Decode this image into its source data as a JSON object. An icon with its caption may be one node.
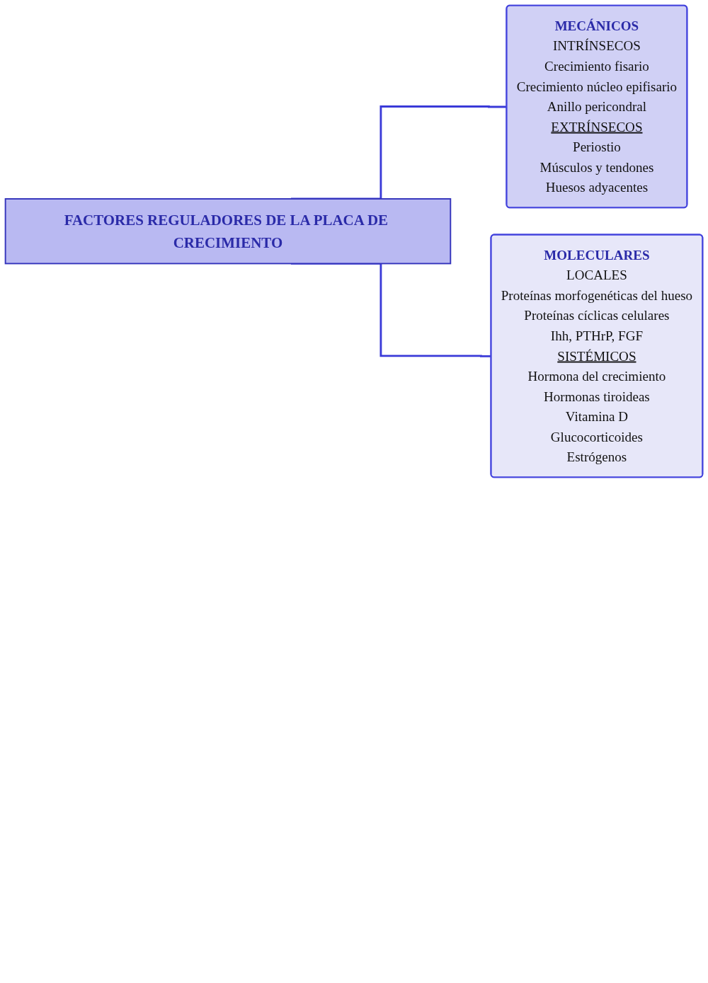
{
  "diagram": {
    "nodes": [
      {
        "text": [
          "FACTORES REGULADORES DE LA PLACA DE CRECIMIENTO"
        ]
      },
      {
        "text": [
          "MECÁNICOS",
          "INTRÍNSECOS",
          "Crecimiento fisario",
          "Crecimiento núcleo epifisario",
          "Anillo pericondral",
          "EXTRÍNSECOS",
          "Periostio",
          "Músculos y tendones",
          "Huesos adyacentes"
        ]
      },
      {
        "text": [
          "MOLECULARES",
          "LOCALES",
          "Proteínas morfogenéticas del hueso",
          "Proteínas cíclicas celulares",
          "Ihh, PTHrP, FGF",
          "SISTÉMICOS",
          "Hormona del crecimiento",
          "Hormonas tiroideas",
          "Vitamina D",
          "Glucocorticoides",
          "Estrógenos"
        ]
      }
    ],
    "edges": [
      {
        "from": 0,
        "to": 1,
        "arrow": "none"
      },
      {
        "from": 0,
        "to": 2,
        "arrow": "none"
      }
    ]
  }
}
